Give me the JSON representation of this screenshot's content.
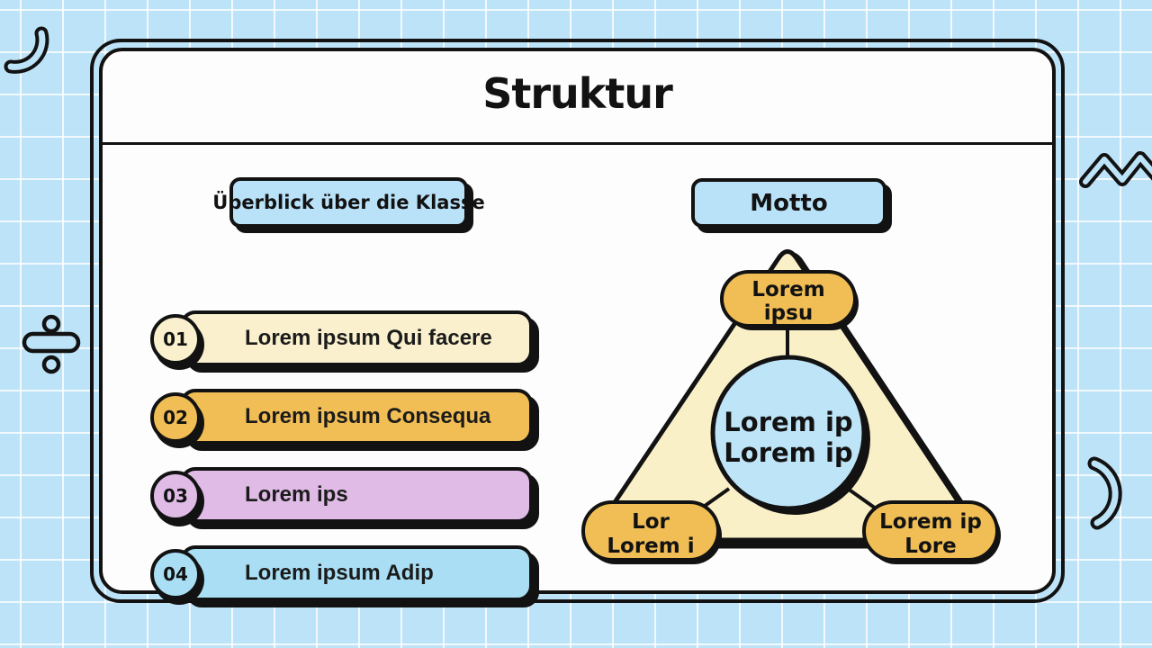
{
  "slide": {
    "title": "Struktur"
  },
  "left_panel": {
    "header": "Überblick über die Klasse",
    "items": [
      {
        "number": "01",
        "label": "Lorem ipsum Qui facere",
        "color": "#FAF0CE"
      },
      {
        "number": "02",
        "label": "Lorem ipsum Consequa",
        "color": "#F1BE55"
      },
      {
        "number": "03",
        "label": "Lorem ips",
        "color": "#DFBBE6"
      },
      {
        "number": "04",
        "label": "Lorem ipsum Adip",
        "color": "#A9DEF4"
      }
    ]
  },
  "right_panel": {
    "header": "Motto",
    "diagram": {
      "center": {
        "line1": "Lorem ip",
        "line2": "Lorem ip"
      },
      "top": {
        "line1": "Lorem",
        "line2": "ipsu"
      },
      "bottom_left": {
        "line1": "Lor",
        "line2": "Lorem i"
      },
      "bottom_right": {
        "line1": "Lorem ip",
        "line2": "Lore"
      }
    }
  },
  "decorations": [
    "curve-swoosh-icon",
    "division-sign-icon",
    "zigzag-icon",
    "crescent-icon"
  ],
  "colors": {
    "background": "#BDE3F8",
    "grid_line": "#FFFFFF",
    "card": "#FDFDFE",
    "ink": "#121212",
    "button_blue": "#B9E2F8",
    "triangle_fill": "#FAF0C8",
    "node_orange": "#F0BE55",
    "circle_blue": "#BEE4F8"
  }
}
